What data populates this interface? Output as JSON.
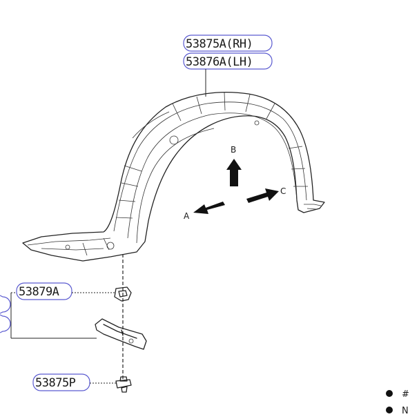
{
  "parts": {
    "liner_rh": "53875A(RH)",
    "liner_lh": "53876A(LH)",
    "clip": "53879A",
    "screw": "53875P"
  },
  "directions": {
    "a": "A",
    "b": "B",
    "c": "C"
  },
  "legend": {
    "line1": "#",
    "line2": "N"
  }
}
